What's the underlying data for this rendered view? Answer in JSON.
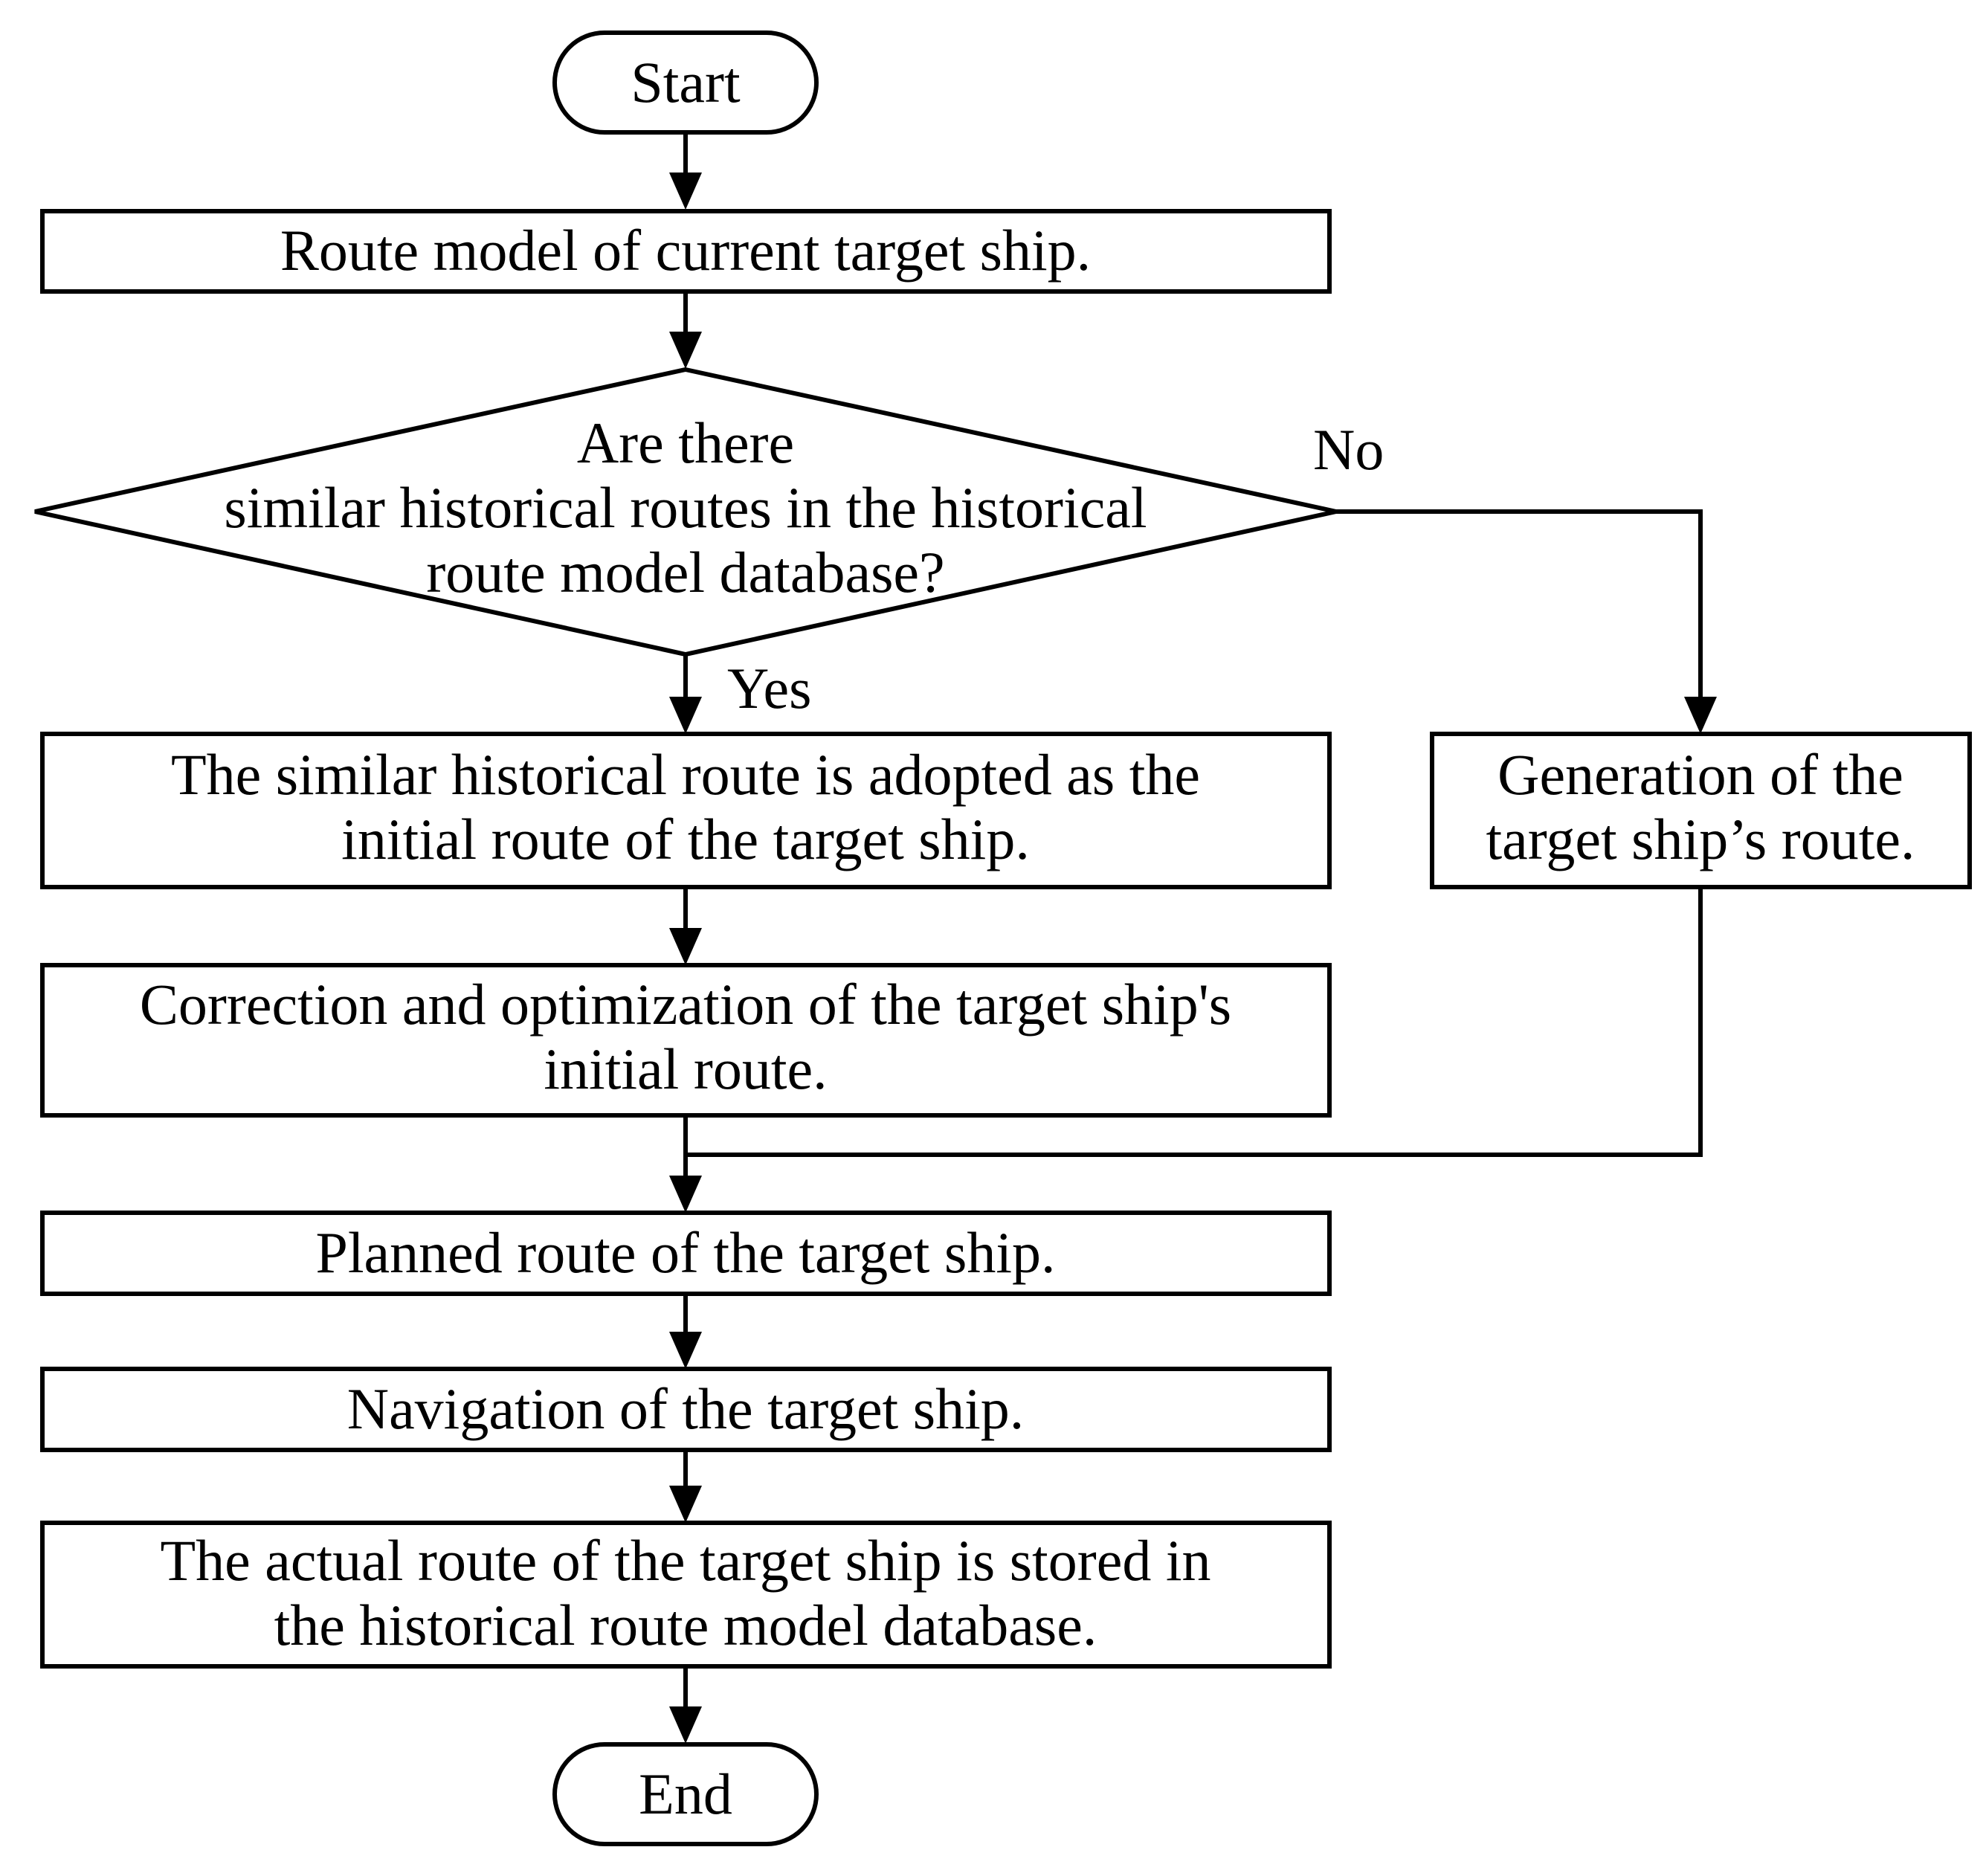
{
  "nodes": {
    "start": {
      "lines": [
        "Start"
      ]
    },
    "route_model": {
      "lines": [
        "Route model of current target ship."
      ]
    },
    "decision": {
      "lines": [
        "Are there",
        "similar historical routes in the historical",
        "route model database?"
      ]
    },
    "adopt": {
      "lines": [
        "The similar historical route is adopted as the",
        "initial route of the target ship."
      ]
    },
    "generate": {
      "lines": [
        "Generation of the",
        "target ship’s route."
      ]
    },
    "correct": {
      "lines": [
        "Correction and optimization of the target ship's",
        "initial route."
      ]
    },
    "planned": {
      "lines": [
        "Planned route of the target ship."
      ]
    },
    "navigate": {
      "lines": [
        "Navigation of the target ship."
      ]
    },
    "store": {
      "lines": [
        "The actual route of the target ship is stored in",
        "the historical route model database."
      ]
    },
    "end": {
      "lines": [
        "End"
      ]
    }
  },
  "edge_labels": {
    "no": "No",
    "yes": "Yes"
  }
}
